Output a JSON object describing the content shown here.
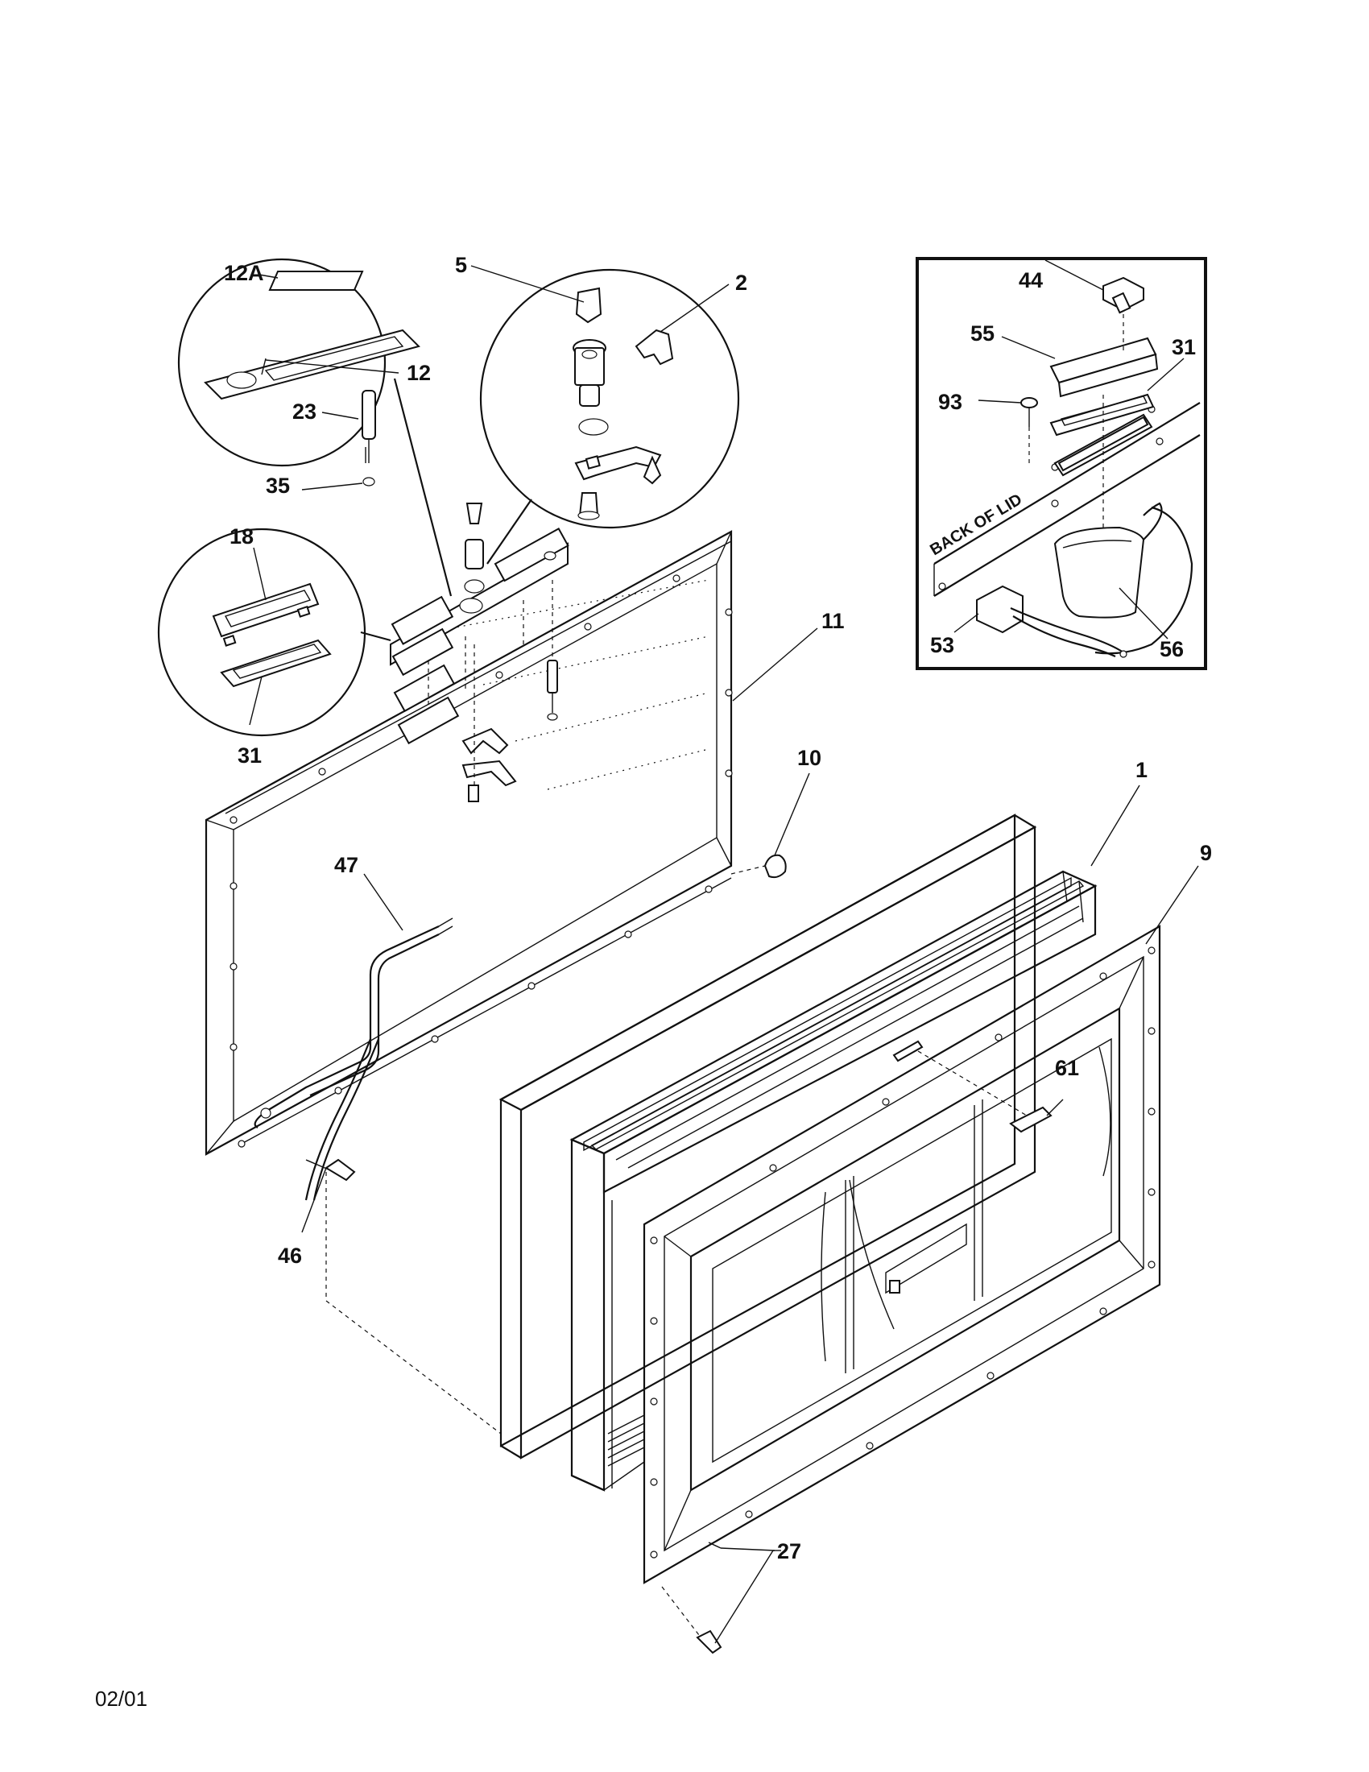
{
  "labels": {
    "l_12A": "12A",
    "l_12": "12",
    "l_23": "23",
    "l_35": "35",
    "l_5": "5",
    "l_2": "2",
    "l_18": "18",
    "l_31a": "31",
    "l_11": "11",
    "l_10": "10",
    "l_1": "1",
    "l_9": "9",
    "l_47": "47",
    "l_46": "46",
    "l_61": "61",
    "l_27": "27",
    "l_44": "44",
    "l_55": "55",
    "l_31b": "31",
    "l_93": "93",
    "l_53": "53",
    "l_56": "56"
  },
  "inset": {
    "back_of_lid": "BACK OF LID"
  },
  "footer": {
    "date": "02/01"
  }
}
